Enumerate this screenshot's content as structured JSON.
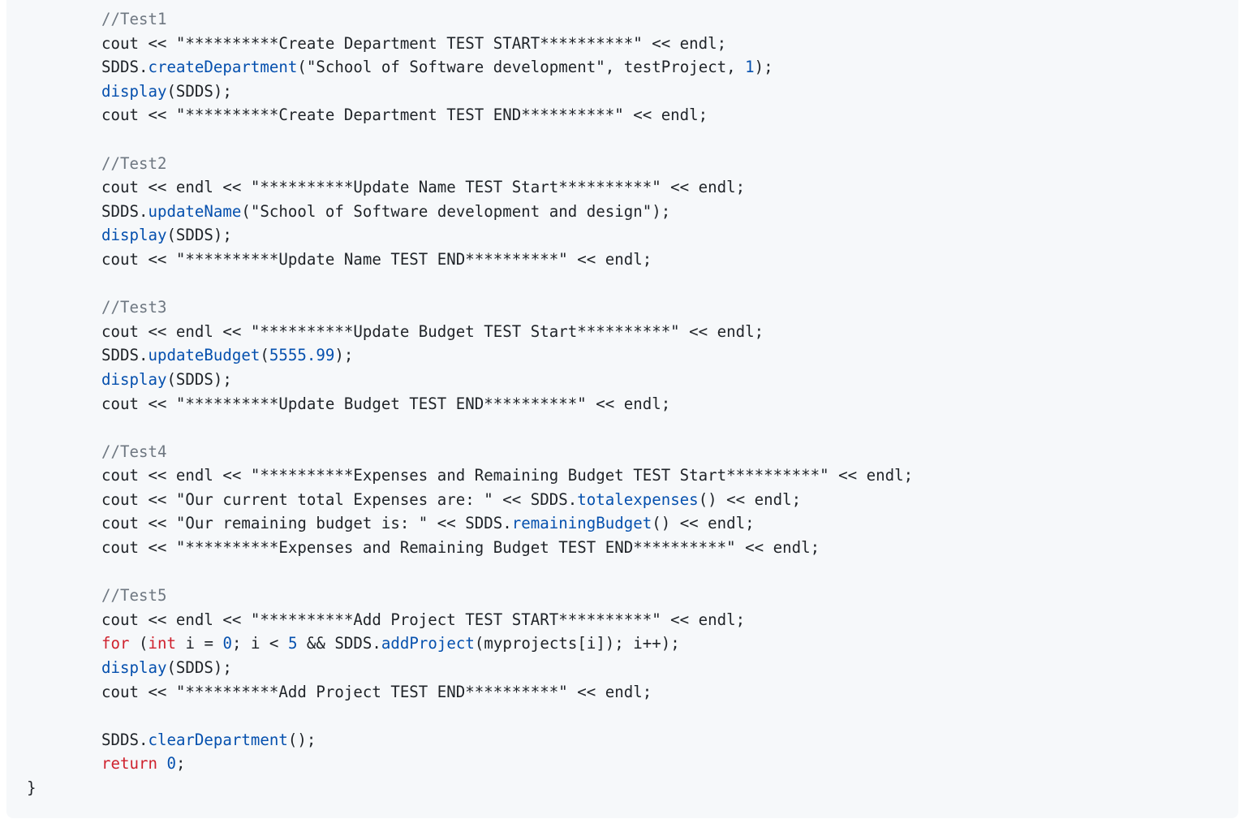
{
  "code_block": {
    "language": "cpp",
    "colors": {
      "background": "#f6f8fa",
      "text": "#1f2328",
      "function": "#0550ae",
      "number": "#0550ae",
      "keyword": "#cf222e",
      "comment": "#6e7781"
    },
    "lines": [
      [
        {
          "t": "plain",
          "v": "        "
        },
        {
          "t": "cm",
          "v": "//Test1"
        }
      ],
      [
        {
          "t": "plain",
          "v": "        cout << \"**********Create Department TEST START**********\" << endl;"
        }
      ],
      [
        {
          "t": "plain",
          "v": "        SDDS."
        },
        {
          "t": "fn",
          "v": "createDepartment"
        },
        {
          "t": "plain",
          "v": "(\"School of Software development\", testProject, "
        },
        {
          "t": "num",
          "v": "1"
        },
        {
          "t": "plain",
          "v": ");"
        }
      ],
      [
        {
          "t": "plain",
          "v": "        "
        },
        {
          "t": "fn",
          "v": "display"
        },
        {
          "t": "plain",
          "v": "(SDDS);"
        }
      ],
      [
        {
          "t": "plain",
          "v": "        cout << \"**********Create Department TEST END**********\" << endl;"
        }
      ],
      [
        {
          "t": "plain",
          "v": ""
        }
      ],
      [
        {
          "t": "plain",
          "v": "        "
        },
        {
          "t": "cm",
          "v": "//Test2"
        }
      ],
      [
        {
          "t": "plain",
          "v": "        cout << endl << \"**********Update Name TEST Start**********\" << endl;"
        }
      ],
      [
        {
          "t": "plain",
          "v": "        SDDS."
        },
        {
          "t": "fn",
          "v": "updateName"
        },
        {
          "t": "plain",
          "v": "(\"School of Software development and design\");"
        }
      ],
      [
        {
          "t": "plain",
          "v": "        "
        },
        {
          "t": "fn",
          "v": "display"
        },
        {
          "t": "plain",
          "v": "(SDDS);"
        }
      ],
      [
        {
          "t": "plain",
          "v": "        cout << \"**********Update Name TEST END**********\" << endl;"
        }
      ],
      [
        {
          "t": "plain",
          "v": ""
        }
      ],
      [
        {
          "t": "plain",
          "v": "        "
        },
        {
          "t": "cm",
          "v": "//Test3"
        }
      ],
      [
        {
          "t": "plain",
          "v": "        cout << endl << \"**********Update Budget TEST Start**********\" << endl;"
        }
      ],
      [
        {
          "t": "plain",
          "v": "        SDDS."
        },
        {
          "t": "fn",
          "v": "updateBudget"
        },
        {
          "t": "plain",
          "v": "("
        },
        {
          "t": "num",
          "v": "5555.99"
        },
        {
          "t": "plain",
          "v": ");"
        }
      ],
      [
        {
          "t": "plain",
          "v": "        "
        },
        {
          "t": "fn",
          "v": "display"
        },
        {
          "t": "plain",
          "v": "(SDDS);"
        }
      ],
      [
        {
          "t": "plain",
          "v": "        cout << \"**********Update Budget TEST END**********\" << endl;"
        }
      ],
      [
        {
          "t": "plain",
          "v": ""
        }
      ],
      [
        {
          "t": "plain",
          "v": "        "
        },
        {
          "t": "cm",
          "v": "//Test4"
        }
      ],
      [
        {
          "t": "plain",
          "v": "        cout << endl << \"**********Expenses and Remaining Budget TEST Start**********\" << endl;"
        }
      ],
      [
        {
          "t": "plain",
          "v": "        cout << \"Our current total Expenses are: \" << SDDS."
        },
        {
          "t": "fn",
          "v": "totalexpenses"
        },
        {
          "t": "plain",
          "v": "() << endl;"
        }
      ],
      [
        {
          "t": "plain",
          "v": "        cout << \"Our remaining budget is: \" << SDDS."
        },
        {
          "t": "fn",
          "v": "remainingBudget"
        },
        {
          "t": "plain",
          "v": "() << endl;"
        }
      ],
      [
        {
          "t": "plain",
          "v": "        cout << \"**********Expenses and Remaining Budget TEST END**********\" << endl;"
        }
      ],
      [
        {
          "t": "plain",
          "v": ""
        }
      ],
      [
        {
          "t": "plain",
          "v": "        "
        },
        {
          "t": "cm",
          "v": "//Test5"
        }
      ],
      [
        {
          "t": "plain",
          "v": "        cout << endl << \"**********Add Project TEST START**********\" << endl;"
        }
      ],
      [
        {
          "t": "plain",
          "v": "        "
        },
        {
          "t": "kw",
          "v": "for"
        },
        {
          "t": "plain",
          "v": " ("
        },
        {
          "t": "kw",
          "v": "int"
        },
        {
          "t": "plain",
          "v": " i = "
        },
        {
          "t": "num",
          "v": "0"
        },
        {
          "t": "plain",
          "v": "; i < "
        },
        {
          "t": "num",
          "v": "5"
        },
        {
          "t": "plain",
          "v": " && SDDS."
        },
        {
          "t": "fn",
          "v": "addProject"
        },
        {
          "t": "plain",
          "v": "(myprojects[i]); i++);"
        }
      ],
      [
        {
          "t": "plain",
          "v": "        "
        },
        {
          "t": "fn",
          "v": "display"
        },
        {
          "t": "plain",
          "v": "(SDDS);"
        }
      ],
      [
        {
          "t": "plain",
          "v": "        cout << \"**********Add Project TEST END**********\" << endl;"
        }
      ],
      [
        {
          "t": "plain",
          "v": ""
        }
      ],
      [
        {
          "t": "plain",
          "v": "        SDDS."
        },
        {
          "t": "fn",
          "v": "clearDepartment"
        },
        {
          "t": "plain",
          "v": "();"
        }
      ],
      [
        {
          "t": "plain",
          "v": "        "
        },
        {
          "t": "kw",
          "v": "return"
        },
        {
          "t": "plain",
          "v": " "
        },
        {
          "t": "num",
          "v": "0"
        },
        {
          "t": "plain",
          "v": ";"
        }
      ],
      [
        {
          "t": "plain",
          "v": "}"
        }
      ]
    ]
  }
}
